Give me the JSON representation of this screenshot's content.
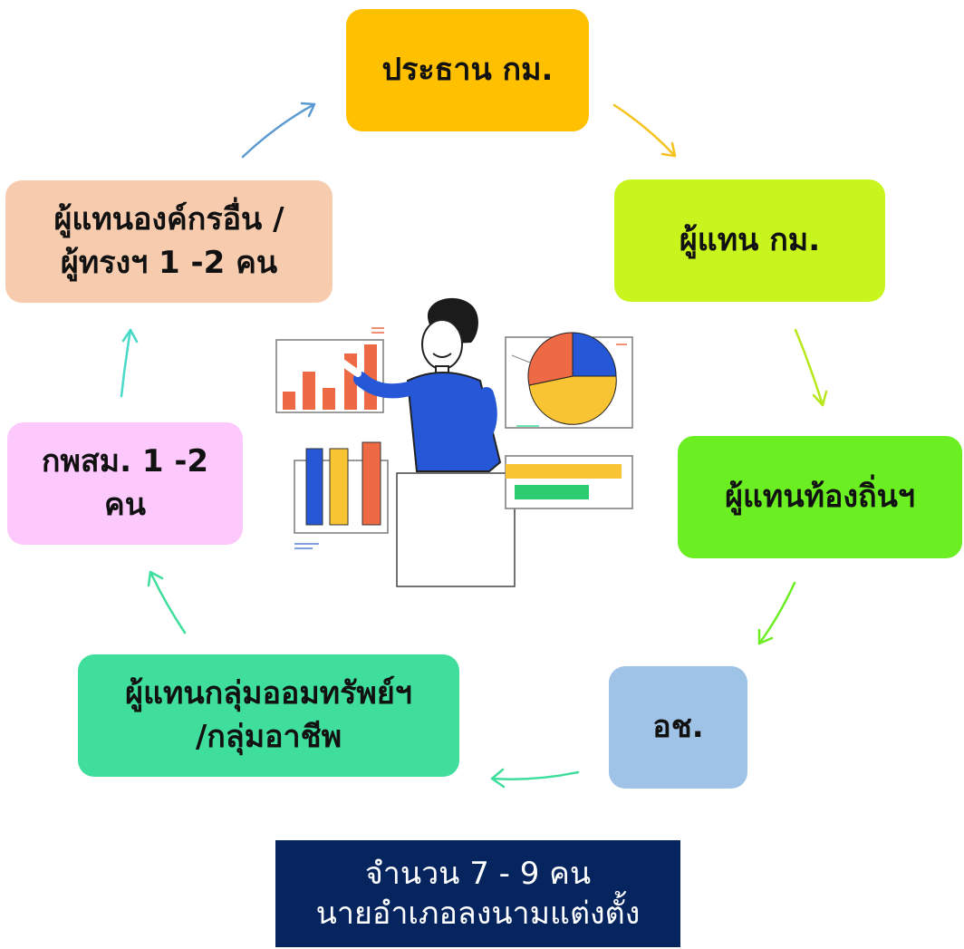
{
  "nodes": {
    "chair": "ประธาน กม.",
    "rep_km": "ผู้แทน กม.",
    "rep_local": "ผู้แทนท้องถิ่นฯ",
    "osh": "อช.",
    "rep_savings_line1": "ผู้แทนกลุ่มออมทรัพย์ฯ",
    "rep_savings_line2": "/กลุ่มอาชีพ",
    "kps_line1": "กพสม. 1 -2",
    "kps_line2": "คน",
    "rep_other_line1": "ผู้แทนองค์กรอื่น /",
    "rep_other_line2": "ผู้ทรงฯ 1 -2 คน"
  },
  "footer": {
    "line1": "จำนวน 7 - 9 คน",
    "line2": "นายอำเภอลงนามแต่งตั้ง"
  },
  "colors": {
    "chair": "#FFC000",
    "rep_km": "#C8F51E",
    "rep_local": "#6BEE22",
    "osh": "#9FC3E6",
    "rep_savings": "#40DE9C",
    "kps": "#FDC8FC",
    "rep_other": "#F6CBAE",
    "footer_bg": "#06255E"
  },
  "illustration": "presenter-with-charts"
}
